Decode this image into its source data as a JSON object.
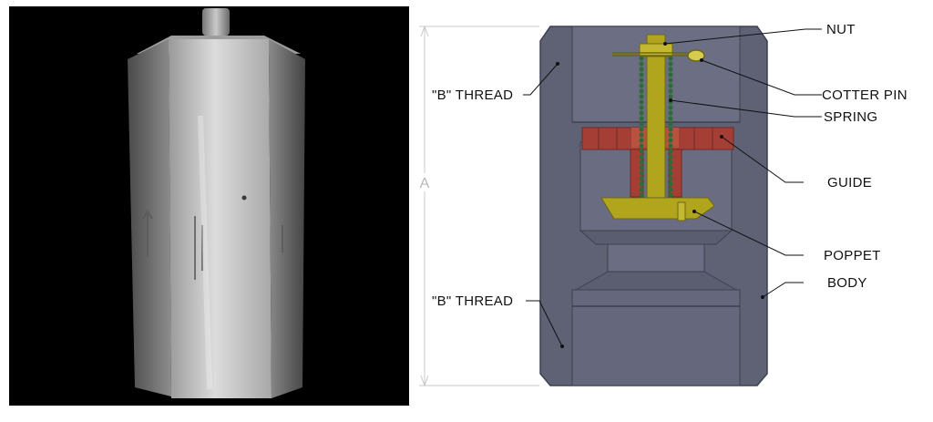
{
  "figure": {
    "callouts": {
      "nut": "NUT",
      "cotter_pin": "COTTER PIN",
      "spring": "SPRING",
      "guide": "GUIDE",
      "poppet": "POPPET",
      "body": "BODY",
      "b_thread_top": "\"B\" THREAD",
      "b_thread_bottom": "\"B\" THREAD"
    },
    "dimension_label": "A",
    "colors": {
      "body": "#5f6275",
      "guide": "#a53f36",
      "poppet_stem": "#b0a51c",
      "spring": "#2f6a3a",
      "photo_background": "#000000"
    },
    "photo_subject": "hexagonal steel check valve body"
  }
}
